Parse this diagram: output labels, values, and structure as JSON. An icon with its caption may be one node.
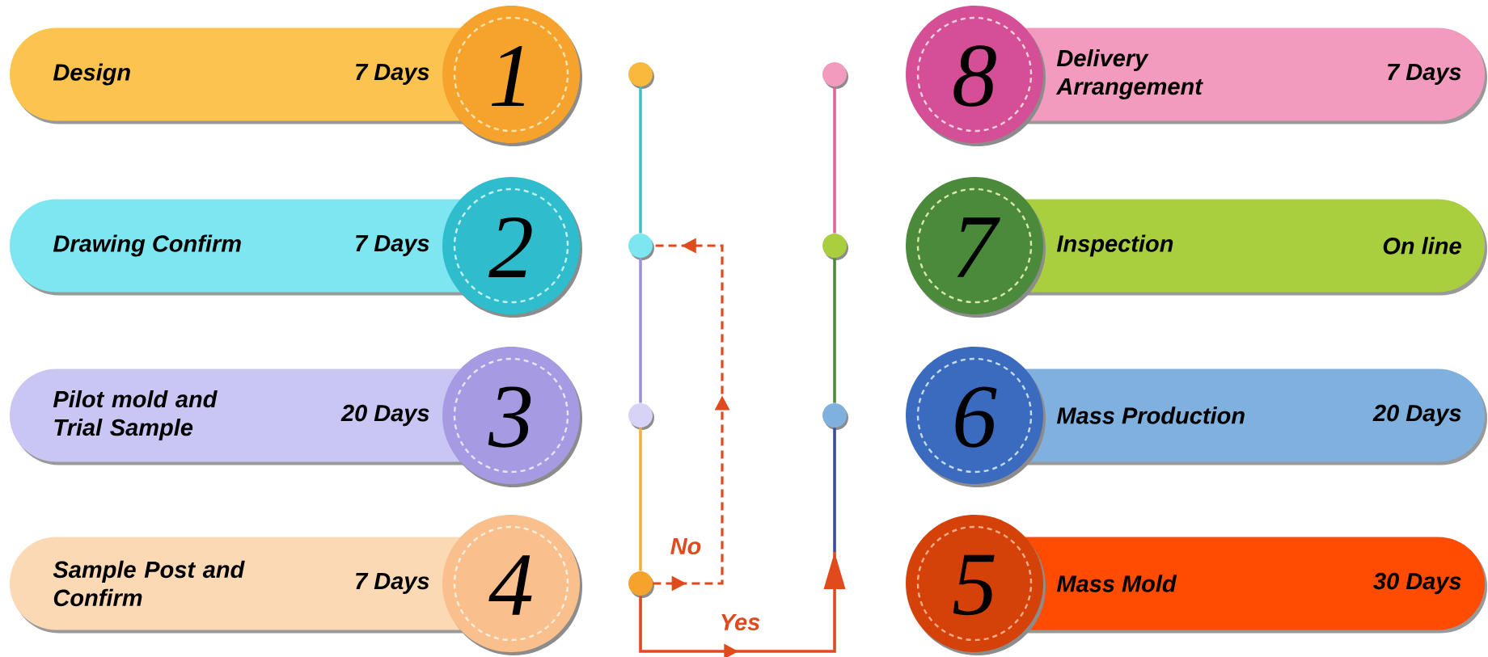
{
  "diagram": {
    "nodes": [
      {
        "text": [
          "Design",
          "7 Days",
          "1"
        ]
      },
      {
        "text": [
          "Drawing Confirm",
          "7 Days",
          "2"
        ]
      },
      {
        "text": [
          "Pilot mold and Trial Sample",
          "20 Days",
          "3"
        ]
      },
      {
        "text": [
          "Sample Post and Confirm",
          "7 Days",
          "4"
        ]
      },
      {
        "text": [],
        "shape": "circle"
      },
      {
        "text": [],
        "shape": "circle"
      },
      {
        "text": [],
        "shape": "circle"
      },
      {
        "text": [],
        "shape": "circle"
      },
      {
        "text": [],
        "shape": "circle"
      },
      {
        "text": [],
        "shape": "circle"
      },
      {
        "text": [],
        "shape": "circle"
      },
      {
        "text": [
          "8",
          "Delivery Arrangement",
          "7 Days"
        ]
      },
      {
        "text": [
          "7",
          "Inspection",
          "On line"
        ]
      },
      {
        "text": [
          "6",
          "Mass Production",
          "20 Days"
        ]
      },
      {
        "text": [
          "5",
          "Mass Mold",
          "30 Days"
        ]
      }
    ],
    "edges": [
      {
        "from": 4,
        "to": 5,
        "arrow": "none",
        "color": "#3fc1cc"
      },
      {
        "from": 5,
        "to": 6,
        "arrow": "none",
        "color": "#9b95d6"
      },
      {
        "from": 6,
        "to": 7,
        "arrow": "none",
        "color": "#f2b13f"
      },
      {
        "from": 7,
        "to": 5,
        "arrow": "to",
        "label": "No",
        "style": "dashed",
        "color": "#e04a1c"
      },
      {
        "from": 7,
        "to": null,
        "arrow": "to",
        "label": "Yes",
        "color": "#e04a1c"
      },
      {
        "from": null,
        "to": 10,
        "arrow": "none",
        "color": "#3e4a9e"
      },
      {
        "from": 10,
        "to": 9,
        "arrow": "none",
        "color": "#4c8a3e"
      },
      {
        "from": 9,
        "to": 8,
        "arrow": "none",
        "color": "#d9679a"
      }
    ]
  }
}
